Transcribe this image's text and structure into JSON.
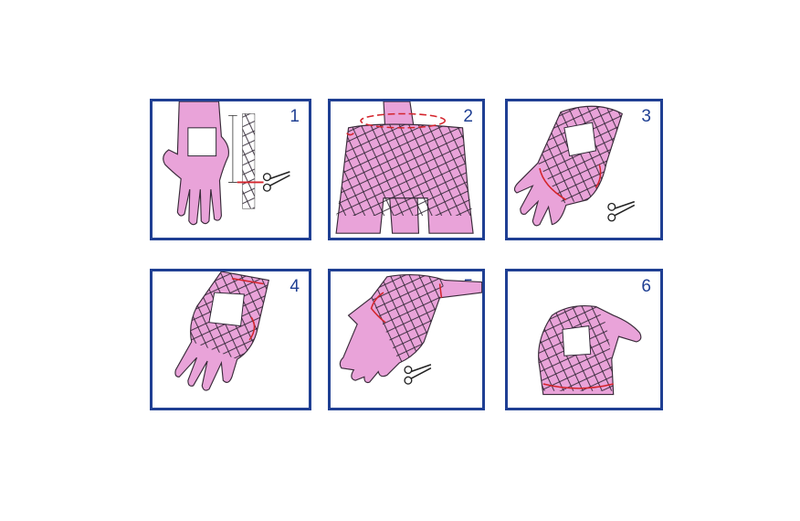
{
  "panels": [
    {
      "number": "1",
      "scissors": true
    },
    {
      "number": "2",
      "scissors": false
    },
    {
      "number": "3",
      "scissors": true
    },
    {
      "number": "4",
      "scissors": false
    },
    {
      "number": "5",
      "scissors": true
    },
    {
      "number": "6",
      "scissors": false
    }
  ],
  "colors": {
    "frame": "#1f3f93",
    "skin": "#e9a3d9",
    "cut_line": "#d4242c",
    "net": "#2b2230"
  },
  "icons": [
    "hand-illustration",
    "net-bandage-illustration",
    "scissors-icon",
    "pad-dressing"
  ]
}
